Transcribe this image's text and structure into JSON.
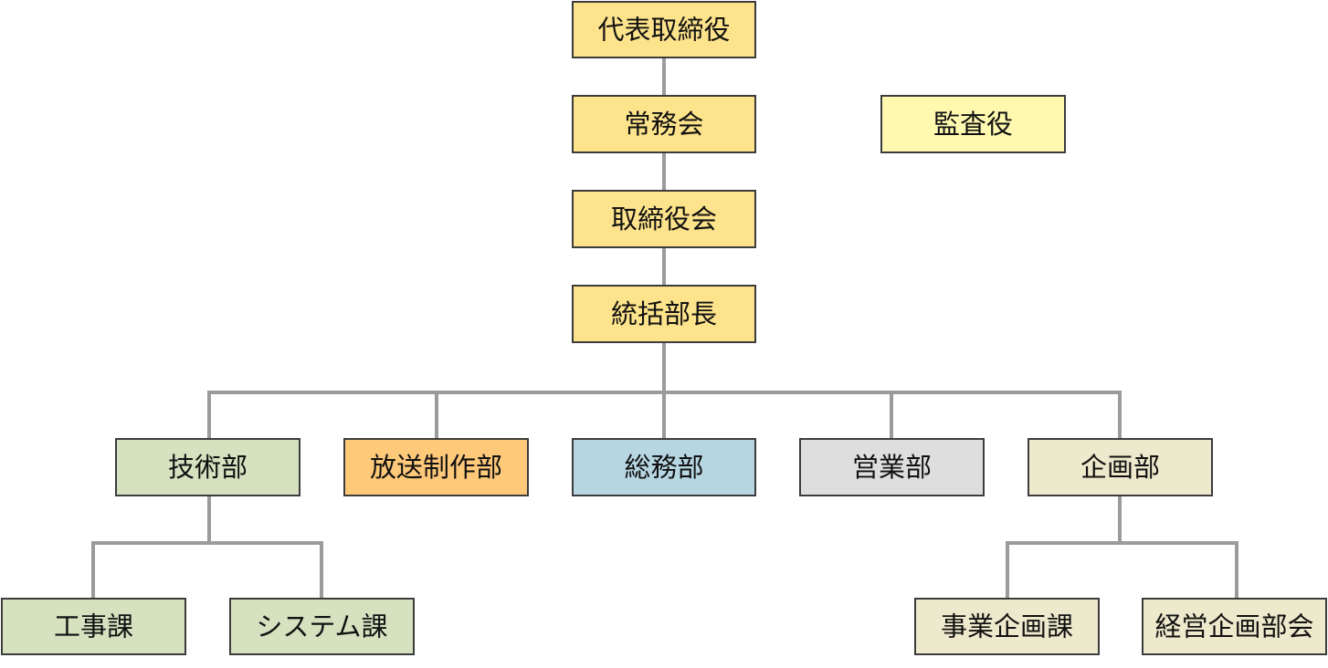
{
  "colors": {
    "executive": "#fde38b",
    "auditor": "#fff9b0",
    "technical": "#d6e1c0",
    "broadcast": "#ffc97a",
    "general_affairs": "#b6d6e2",
    "sales": "#dedede",
    "planning": "#ede9cc",
    "border": "#3c3c3c",
    "connector": "#9b9b9b"
  },
  "nodes": {
    "ceo": "代表取締役",
    "managing_board": "常務会",
    "auditor": "監査役",
    "board": "取締役会",
    "gm": "統括部長",
    "tech": "技術部",
    "broadcast": "放送制作部",
    "general": "総務部",
    "sales": "営業部",
    "planning": "企画部",
    "construction": "工事課",
    "system": "システム課",
    "business_planning": "事業企画課",
    "corporate_planning": "経営企画部会"
  }
}
